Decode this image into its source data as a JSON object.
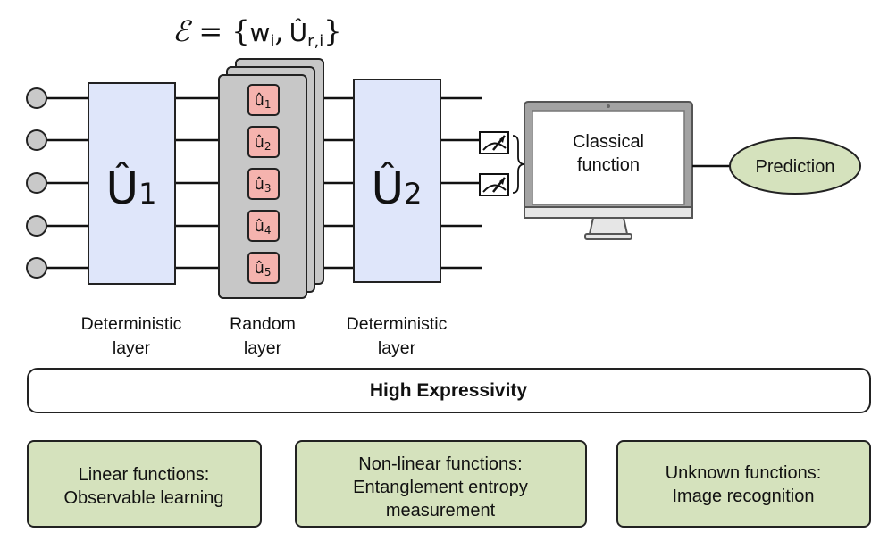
{
  "ensemble_formula": {
    "script_e": "ℰ",
    "equals": "=",
    "open": "{",
    "w": "w",
    "w_sub": "i",
    "comma": ",",
    "u_hat": "Û",
    "u_sub": "r,i",
    "close": "}"
  },
  "gates": {
    "u1": {
      "symbol": "Û",
      "sub": "1"
    },
    "u2": {
      "symbol": "Û",
      "sub": "2"
    },
    "random_units": [
      {
        "symbol": "û",
        "sub": "1"
      },
      {
        "symbol": "û",
        "sub": "2"
      },
      {
        "symbol": "û",
        "sub": "3"
      },
      {
        "symbol": "û",
        "sub": "4"
      },
      {
        "symbol": "û",
        "sub": "5"
      }
    ]
  },
  "layer_labels": {
    "deterministic_1": [
      "Deterministic",
      "layer"
    ],
    "random": [
      "Random",
      "layer"
    ],
    "deterministic_2": [
      "Deterministic",
      "layer"
    ]
  },
  "monitor": {
    "lines": [
      "Classical",
      "function"
    ]
  },
  "prediction": "Prediction",
  "banner": "High Expressivity",
  "applications": [
    {
      "lines": [
        "Linear functions:",
        "Observable learning"
      ]
    },
    {
      "lines": [
        "Non-linear functions:",
        "Entanglement entropy",
        "measurement"
      ]
    },
    {
      "lines": [
        "Unknown functions:",
        "Image recognition"
      ]
    }
  ],
  "colors": {
    "gate_blue": "#dfe6fa",
    "random_gray": "#c7c7c7",
    "unit_pink": "#f5b3ae",
    "green": "#d5e2bd",
    "qubit_gray": "#c9c9c9",
    "monitor_gray": "#a3a3a3"
  },
  "icons": [
    "qubit-circle",
    "meter-icon",
    "monitor-icon"
  ]
}
